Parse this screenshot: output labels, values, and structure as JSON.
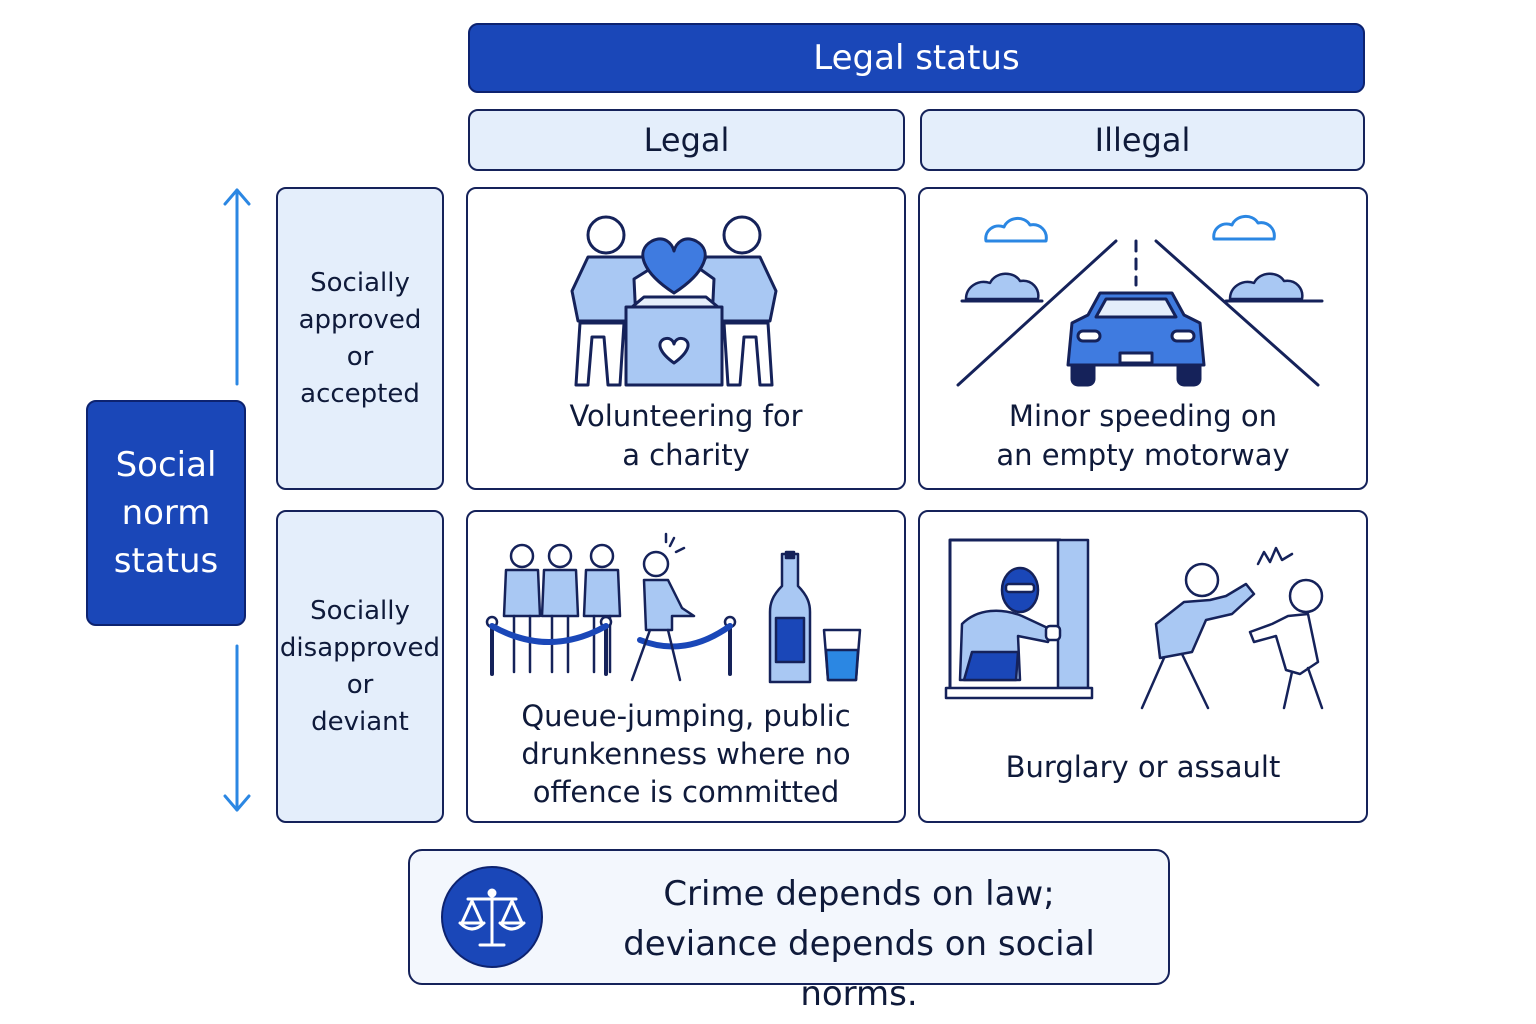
{
  "header": {
    "title": "Legal status"
  },
  "columns": [
    "Legal",
    "Illegal"
  ],
  "side_label": [
    "Social",
    "norm",
    "status"
  ],
  "rows": [
    {
      "lines": [
        "Socially",
        "approved",
        "or",
        "accepted"
      ]
    },
    {
      "lines": [
        "Socially",
        "disapproved",
        "or",
        "deviant"
      ]
    }
  ],
  "cells": {
    "approved_legal": [
      "Volunteering for",
      "a charity"
    ],
    "approved_illegal": [
      "Minor speeding on",
      "an empty motorway"
    ],
    "deviant_legal": [
      "Queue-jumping, public",
      "drunkenness where no",
      "offence is committed"
    ],
    "deviant_illegal": [
      "Burglary or assault"
    ]
  },
  "summary": [
    "Crime depends on law;",
    "deviance depends on social norms."
  ],
  "icons": {
    "approved_legal": "charity-volunteers-icon",
    "approved_illegal": "car-on-motorway-icon",
    "deviant_legal": "queue-and-bottle-icon",
    "deviant_illegal": "burglar-and-assault-icon",
    "summary": "scales-of-justice-icon"
  },
  "colors": {
    "primary": "#1a47b8",
    "light_fill": "#e4eefb",
    "icon_fill": "#a9c8f3",
    "arrow": "#2b87e3",
    "outline": "#15225a"
  }
}
